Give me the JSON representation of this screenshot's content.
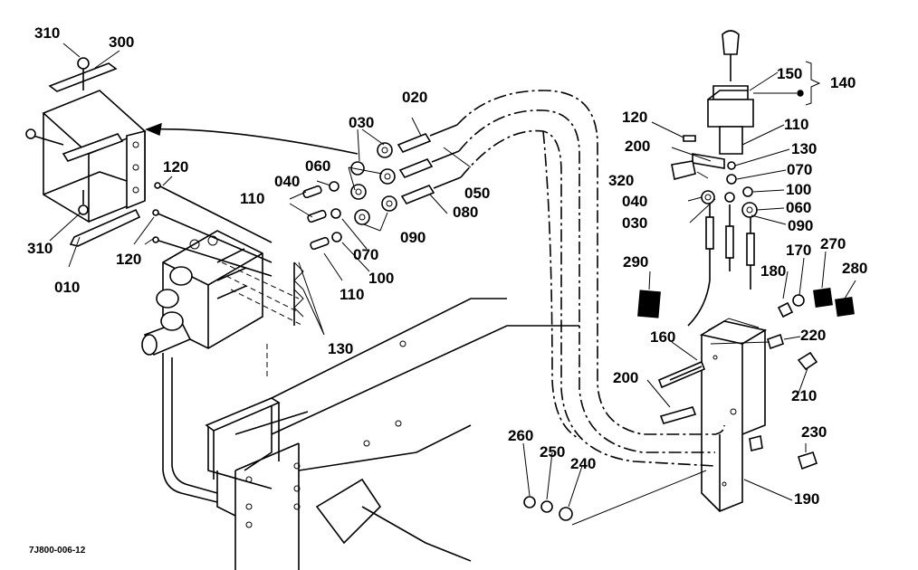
{
  "drawing_code": "7J800-006-12",
  "callouts": {
    "c010": "010",
    "c020": "020",
    "c030a": "030",
    "c030b": "030",
    "c040a": "040",
    "c040b": "040",
    "c050": "050",
    "c060a": "060",
    "c060b": "060",
    "c070a": "070",
    "c070b": "070",
    "c080": "080",
    "c090a": "090",
    "c090b": "090",
    "c100a": "100",
    "c100b": "100",
    "c110a": "110",
    "c110b": "110",
    "c110c": "110",
    "c120a": "120",
    "c120b": "120",
    "c120c": "120",
    "c130a": "130",
    "c130b": "130",
    "c140": "140",
    "c150": "150",
    "c160": "160",
    "c170": "170",
    "c180": "180",
    "c190": "190",
    "c200a": "200",
    "c200b": "200",
    "c210": "210",
    "c220": "220",
    "c230": "230",
    "c240": "240",
    "c250": "250",
    "c260": "260",
    "c270": "270",
    "c280": "280",
    "c290": "290",
    "c300": "300",
    "c310a": "310",
    "c310b": "310",
    "c320": "320"
  }
}
